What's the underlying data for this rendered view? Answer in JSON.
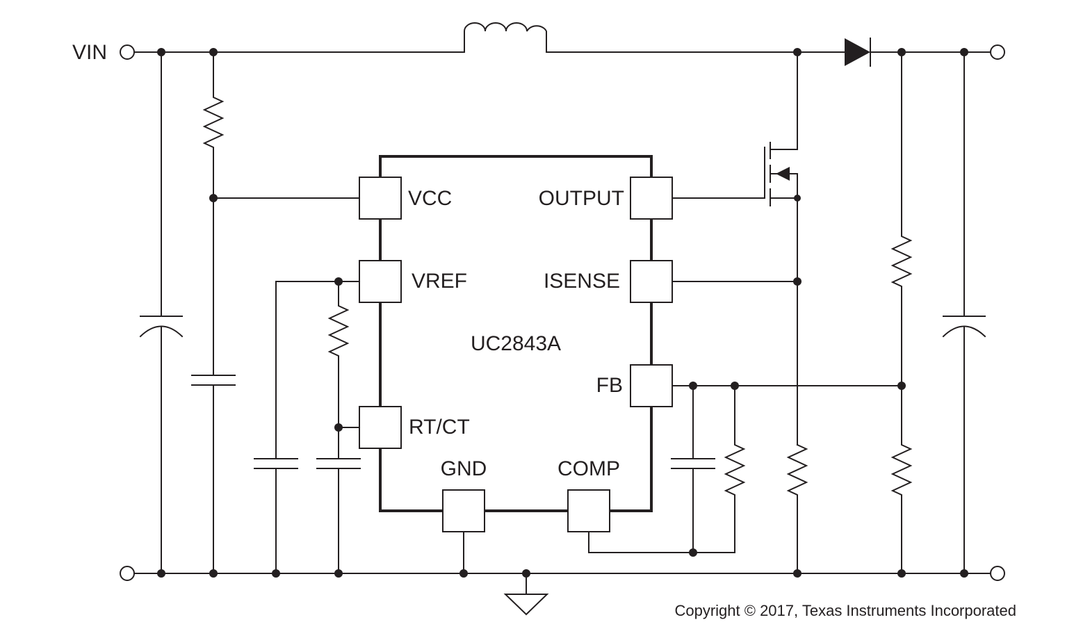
{
  "labels": {
    "vin": "VIN",
    "chip": "UC2843A",
    "vcc": "VCC",
    "vref": "VREF",
    "rtct": "RT/CT",
    "gnd": "GND",
    "comp": "COMP",
    "output": "OUTPUT",
    "isense": "ISENSE",
    "fb": "FB"
  },
  "copyright": "Copyright © 2017, Texas Instruments Incorporated",
  "colors": {
    "ink": "#231f20",
    "background": "#ffffff"
  }
}
